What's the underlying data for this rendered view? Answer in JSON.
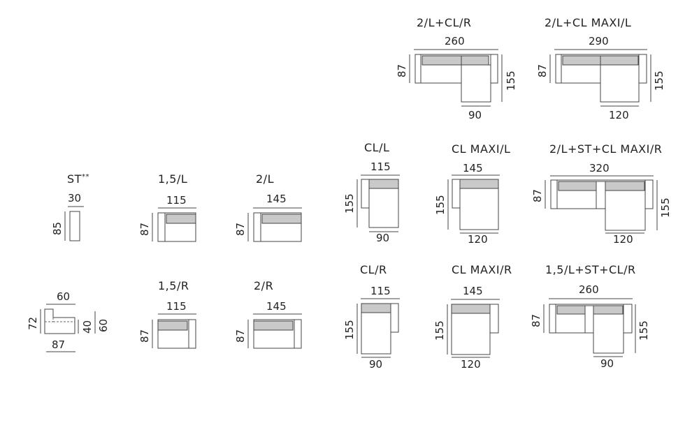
{
  "diagram": {
    "modules": {
      "m_2l_clr": {
        "title": "2/L+CL/R",
        "w": "260",
        "d": "87",
        "h": "155",
        "b": "90"
      },
      "m_2l_clmaxi": {
        "title": "2/L+CL MAXI/L",
        "w": "290",
        "d": "87",
        "h": "155",
        "b": "120"
      },
      "m_st": {
        "title": "ST",
        "sup": "**",
        "w": "30",
        "d": "85"
      },
      "m_15l": {
        "title": "1,5/L",
        "w": "115",
        "d": "87"
      },
      "m_2l": {
        "title": "2/L",
        "w": "145",
        "d": "87"
      },
      "m_cll": {
        "title": "CL/L",
        "w": "115",
        "h": "155",
        "b": "90"
      },
      "m_clmaxil": {
        "title": "CL MAXI/L",
        "w": "145",
        "h": "155",
        "b": "120"
      },
      "m_2lstclmaxi": {
        "title": "2/L+ST+CL MAXI/R",
        "w": "320",
        "d": "87",
        "h": "155",
        "b": "120"
      },
      "m_corner": {
        "w": "60",
        "d": "72",
        "h1": "40",
        "h2": "60",
        "b": "87"
      },
      "m_15r": {
        "title": "1,5/R",
        "w": "115",
        "d": "87"
      },
      "m_2r": {
        "title": "2/R",
        "w": "145",
        "d": "87"
      },
      "m_clr": {
        "title": "CL/R",
        "w": "115",
        "h": "155",
        "b": "90"
      },
      "m_clmaxir": {
        "title": "CL MAXI/R",
        "w": "145",
        "h": "155",
        "b": "120"
      },
      "m_15lstclr": {
        "title": "1,5/L+ST+CL/R",
        "w": "260",
        "d": "87",
        "h": "155",
        "b": "90"
      }
    }
  }
}
